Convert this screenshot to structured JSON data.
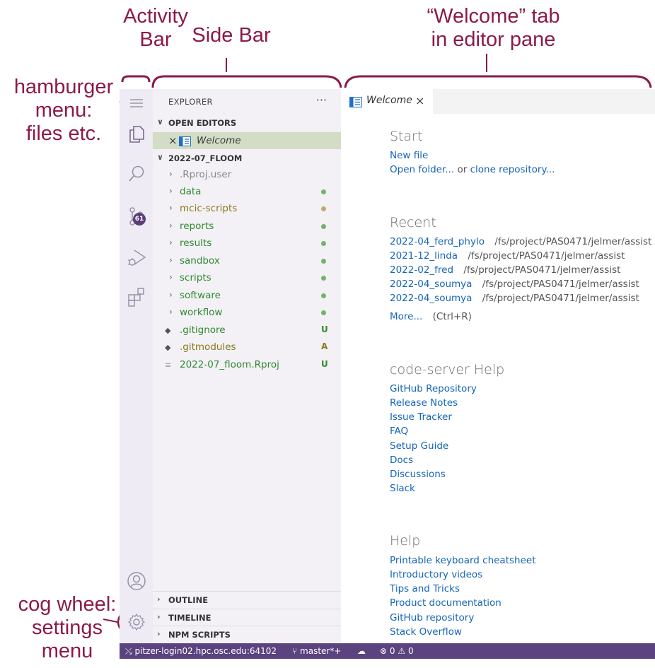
{
  "annotations": {
    "activity_bar": [
      "Activity",
      "Bar"
    ],
    "side_bar": "Side Bar",
    "welcome_tab": [
      "“Welcome” tab",
      "in editor pane"
    ],
    "hamburger": [
      "hamburger",
      "menu:",
      "files etc."
    ],
    "cog": [
      "cog wheel:",
      "settings",
      "menu"
    ],
    "color": "#8b1a4a"
  },
  "activity_bar": {
    "icons": [
      "hamburger-icon",
      "files-icon",
      "search-icon",
      "source-control-icon",
      "run-debug-icon",
      "extensions-icon",
      "account-icon",
      "gear-icon"
    ],
    "source_control_badge": "61"
  },
  "side_bar": {
    "title": "EXPLORER",
    "more": "···",
    "open_editors": {
      "label": "OPEN EDITORS",
      "items": [
        {
          "label": "Welcome"
        }
      ]
    },
    "folder": {
      "label": "2022-07_FLOOM",
      "items": [
        {
          "label": ".Rproj.user"
        },
        {
          "label": "data"
        },
        {
          "label": "mcic-scripts"
        },
        {
          "label": "reports"
        },
        {
          "label": "results"
        },
        {
          "label": "sandbox"
        },
        {
          "label": "scripts"
        },
        {
          "label": "software"
        },
        {
          "label": "workflow"
        },
        {
          "label": ".gitignore",
          "status": "U"
        },
        {
          "label": ".gitmodules",
          "status": "A"
        },
        {
          "label": "2022-07_floom.Rproj",
          "status": "U"
        }
      ]
    },
    "bottom_sections": [
      "OUTLINE",
      "TIMELINE",
      "NPM SCRIPTS"
    ]
  },
  "editor": {
    "tab_label": "Welcome",
    "tab_close": "×",
    "start": {
      "heading": "Start",
      "new_file": "New file",
      "open_folder": "Open folder...",
      "or_text": "or",
      "clone": "clone repository..."
    },
    "recent": {
      "heading": "Recent",
      "items": [
        {
          "name": "2022-04_ferd_phylo",
          "path": "/fs/project/PAS0471/jelmer/assist"
        },
        {
          "name": "2021-12_linda",
          "path": "/fs/project/PAS0471/jelmer/assist"
        },
        {
          "name": "2022-02_fred",
          "path": "/fs/project/PAS0471/jelmer/assist"
        },
        {
          "name": "2022-04_soumya",
          "path": "/fs/project/PAS0471/jelmer/assist"
        },
        {
          "name": "2022-04_soumya",
          "path": "/fs/project/PAS0471/jelmer/assist"
        }
      ],
      "more": "More...",
      "shortcut": "(Ctrl+R)"
    },
    "code_server_help": {
      "heading": "code-server Help",
      "links": [
        "GitHub Repository",
        "Release Notes",
        "Issue Tracker",
        "FAQ",
        "Setup Guide",
        "Docs",
        "Discussions",
        "Slack"
      ]
    },
    "help": {
      "heading": "Help",
      "links": [
        "Printable keyboard cheatsheet",
        "Introductory videos",
        "Tips and Tricks",
        "Product documentation",
        "GitHub repository",
        "Stack Overflow"
      ]
    }
  },
  "status_bar": {
    "remote": "pitzer-login02.hpc.osc.edu:64102",
    "branch": "master*+",
    "errors": "0",
    "warnings": "0",
    "background": "#5b4380"
  },
  "colors": {
    "link": "#1565b8",
    "git_untracked": "#2e8b2e",
    "git_modified": "#8a7a1a"
  }
}
